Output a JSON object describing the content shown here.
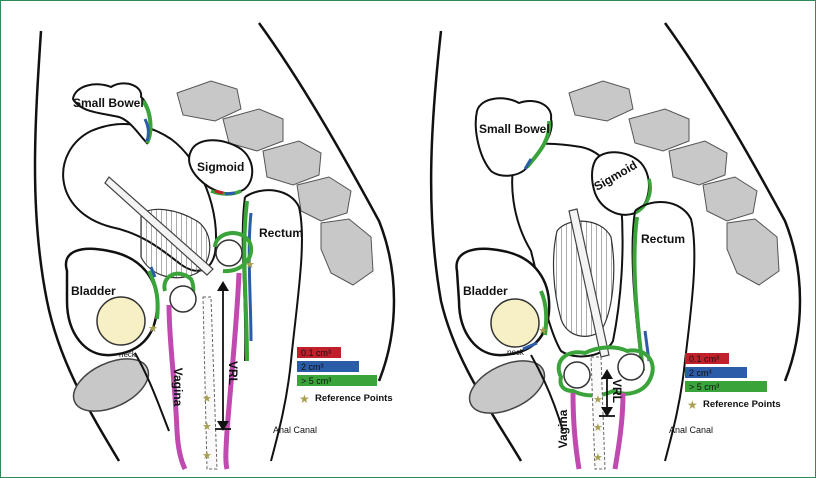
{
  "colors": {
    "red": "#c0202a",
    "blue": "#2a5ca8",
    "green": "#3aa43a",
    "magenta": "#c04ab0",
    "bone": "#c8c8c8",
    "bladder_fill": "#f6f0c4",
    "star": "#a8a050"
  },
  "panels": [
    {
      "small_bowel": "Small Bowel",
      "sigmoid": "Sigmoid",
      "rectum": "Rectum",
      "bladder": "Bladder",
      "neck": "neck",
      "vagina": "Vagina",
      "vrl": "VRL",
      "anal_canal": "Anal Canal"
    },
    {
      "small_bowel": "Small Bowel",
      "sigmoid": "Sigmoid",
      "rectum": "Rectum",
      "bladder": "Bladder",
      "neck": "neck",
      "vagina": "Vagina",
      "vrl": "VRL",
      "anal_canal": "Anal Canal"
    }
  ],
  "legend": {
    "items": [
      {
        "label": "0.1 cm³",
        "color_key": "red"
      },
      {
        "label": "2 cm³",
        "color_key": "blue"
      },
      {
        "label": "> 5 cm³",
        "color_key": "green"
      }
    ],
    "reference": "Reference Points"
  }
}
